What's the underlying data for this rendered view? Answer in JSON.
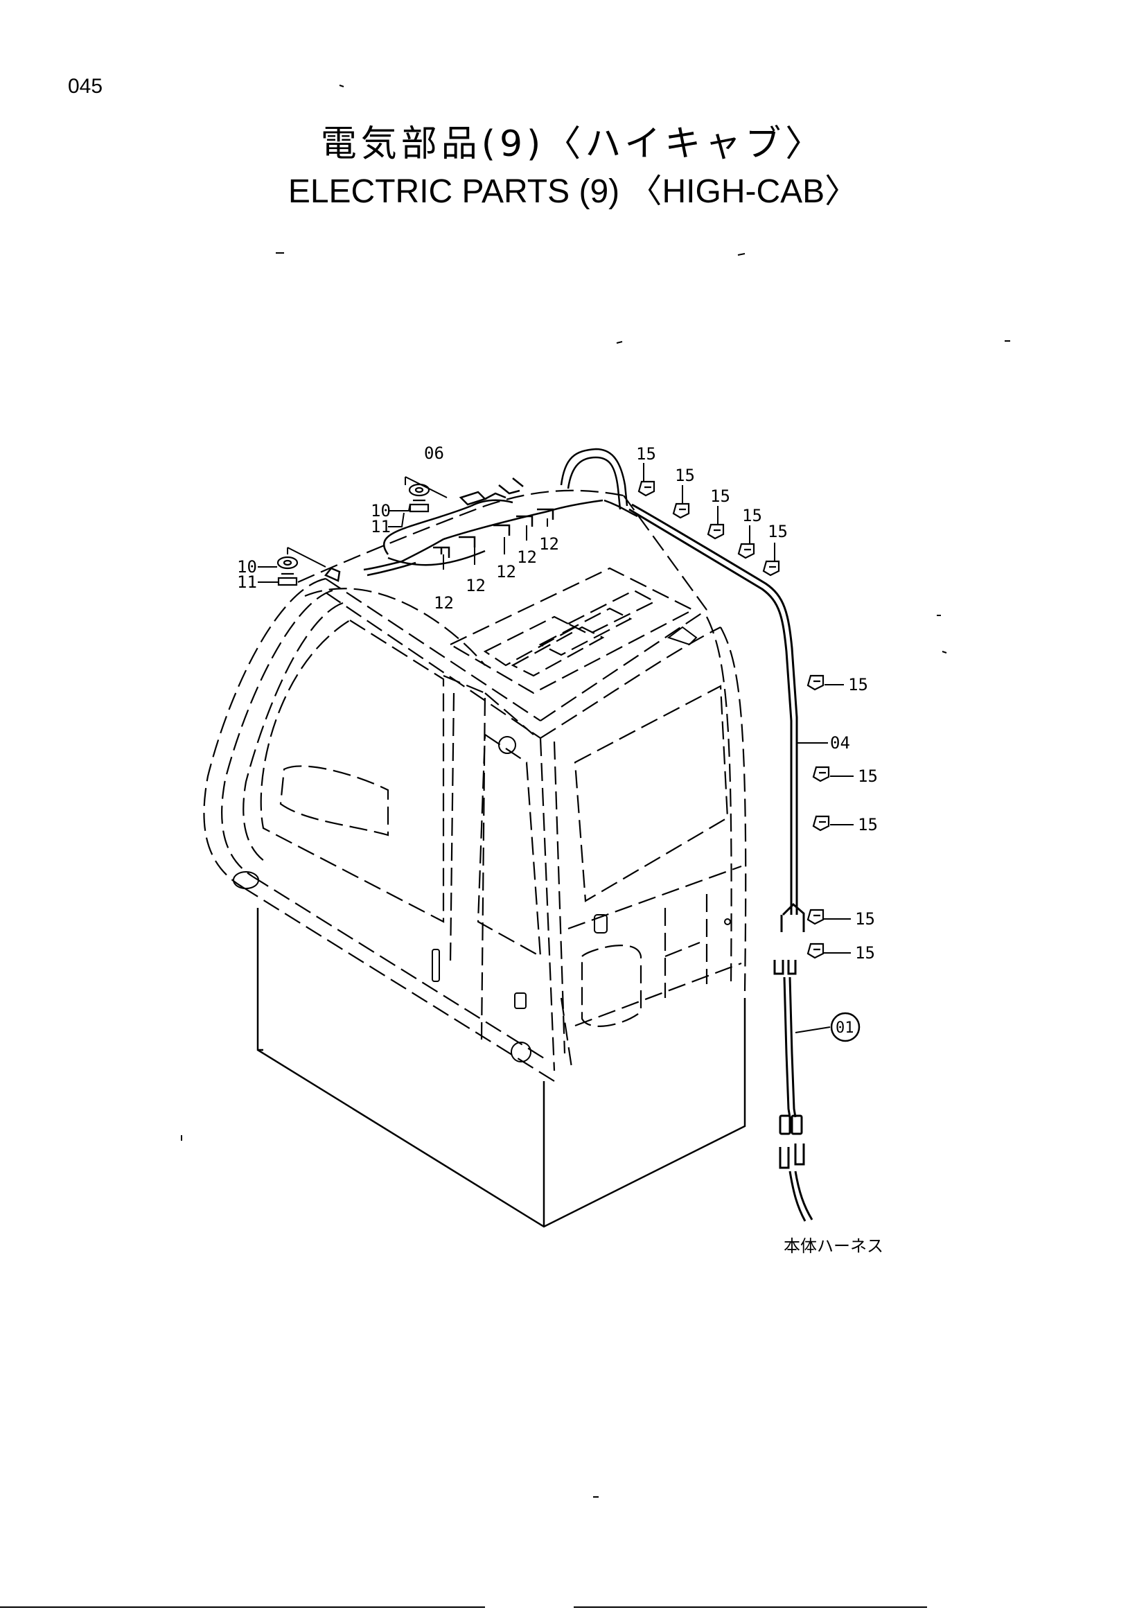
{
  "page_number": "045",
  "title_japanese": "電気部品(9)〈ハイキャブ〉",
  "title_english": "ELECTRIC PARTS (9) 〈HIGH-CAB〉",
  "callouts": {
    "c06": "06",
    "c10a": "10",
    "c11a": "11",
    "c10b": "10",
    "c11b": "11",
    "c12a": "12",
    "c12b": "12",
    "c12c": "12",
    "c12d": "12",
    "c12e": "12",
    "c15a": "15",
    "c15b": "15",
    "c15c": "15",
    "c15d": "15",
    "c15e": "15",
    "c15f": "15",
    "c15g": "15",
    "c15h": "15",
    "c15i": "15",
    "c15j": "15",
    "c04": "04",
    "c01": "01"
  },
  "harness_label": "本体ハーネス",
  "colors": {
    "ink": "#000000",
    "paper": "#ffffff"
  }
}
